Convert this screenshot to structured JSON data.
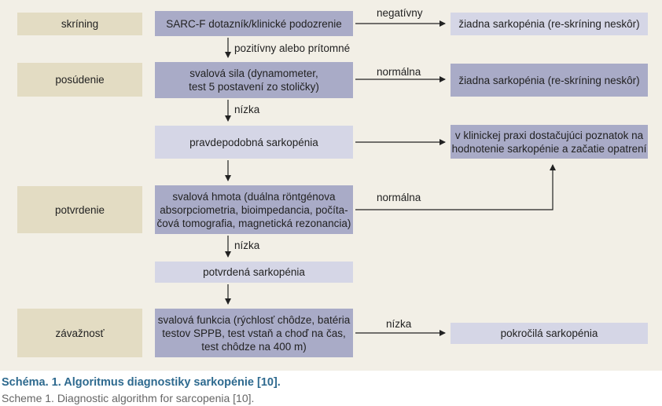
{
  "stages": {
    "screening": "skríning",
    "assessment": "posúdenie",
    "confirmation": "potvrdenie",
    "severity": "závažnosť"
  },
  "boxes": {
    "sarcf": "SARC-F dotazník/klinické podozrenie",
    "strength": "svalová sila (dynamometer,\ntest 5 postavení zo stoličky)",
    "probable": "pravdepodobná sarkopénia",
    "mass": "svalová hmota (duálna röntgénova\nabsorpciometria, bioimpedancia, počíta-\nčová tomografia, magnetická rezonancia)",
    "confirmed": "potvrdená sarkopénia",
    "function": "svalová funkcia (rýchlosť chôdze, batéria\ntestov SPPB, test vstaň a choď na čas,\ntest chôdze na 400 m)",
    "no_sarc_1": "žiadna sarkopénia (re-skríning neskôr)",
    "no_sarc_2": "žiadna sarkopénia (re-skríning neskôr)",
    "clinical": "v klinickej praxi dostačujúci poznatok na\nhodnotenie sarkopénie a začatie opatrení",
    "advanced": "pokročilá sarkopénia"
  },
  "edge_labels": {
    "negative": "negatívny",
    "positive": "pozitívny alebo prítomné",
    "normal_1": "normálna",
    "low_1": "nízka",
    "normal_2": "normálna",
    "low_2": "nízka",
    "low_3": "nízka"
  },
  "caption": {
    "title": "Schéma. 1. Algoritmus diagnostiky sarkopénie [10].",
    "subtitle": "Scheme 1. Diagnostic algorithm for sarcopenia [10]."
  },
  "colors": {
    "panel": "#f2efe6",
    "stage": "#e3dcc3",
    "dark_box": "#a9abc7",
    "light_box": "#d5d6e6",
    "caption_title": "#2e6a8f"
  }
}
